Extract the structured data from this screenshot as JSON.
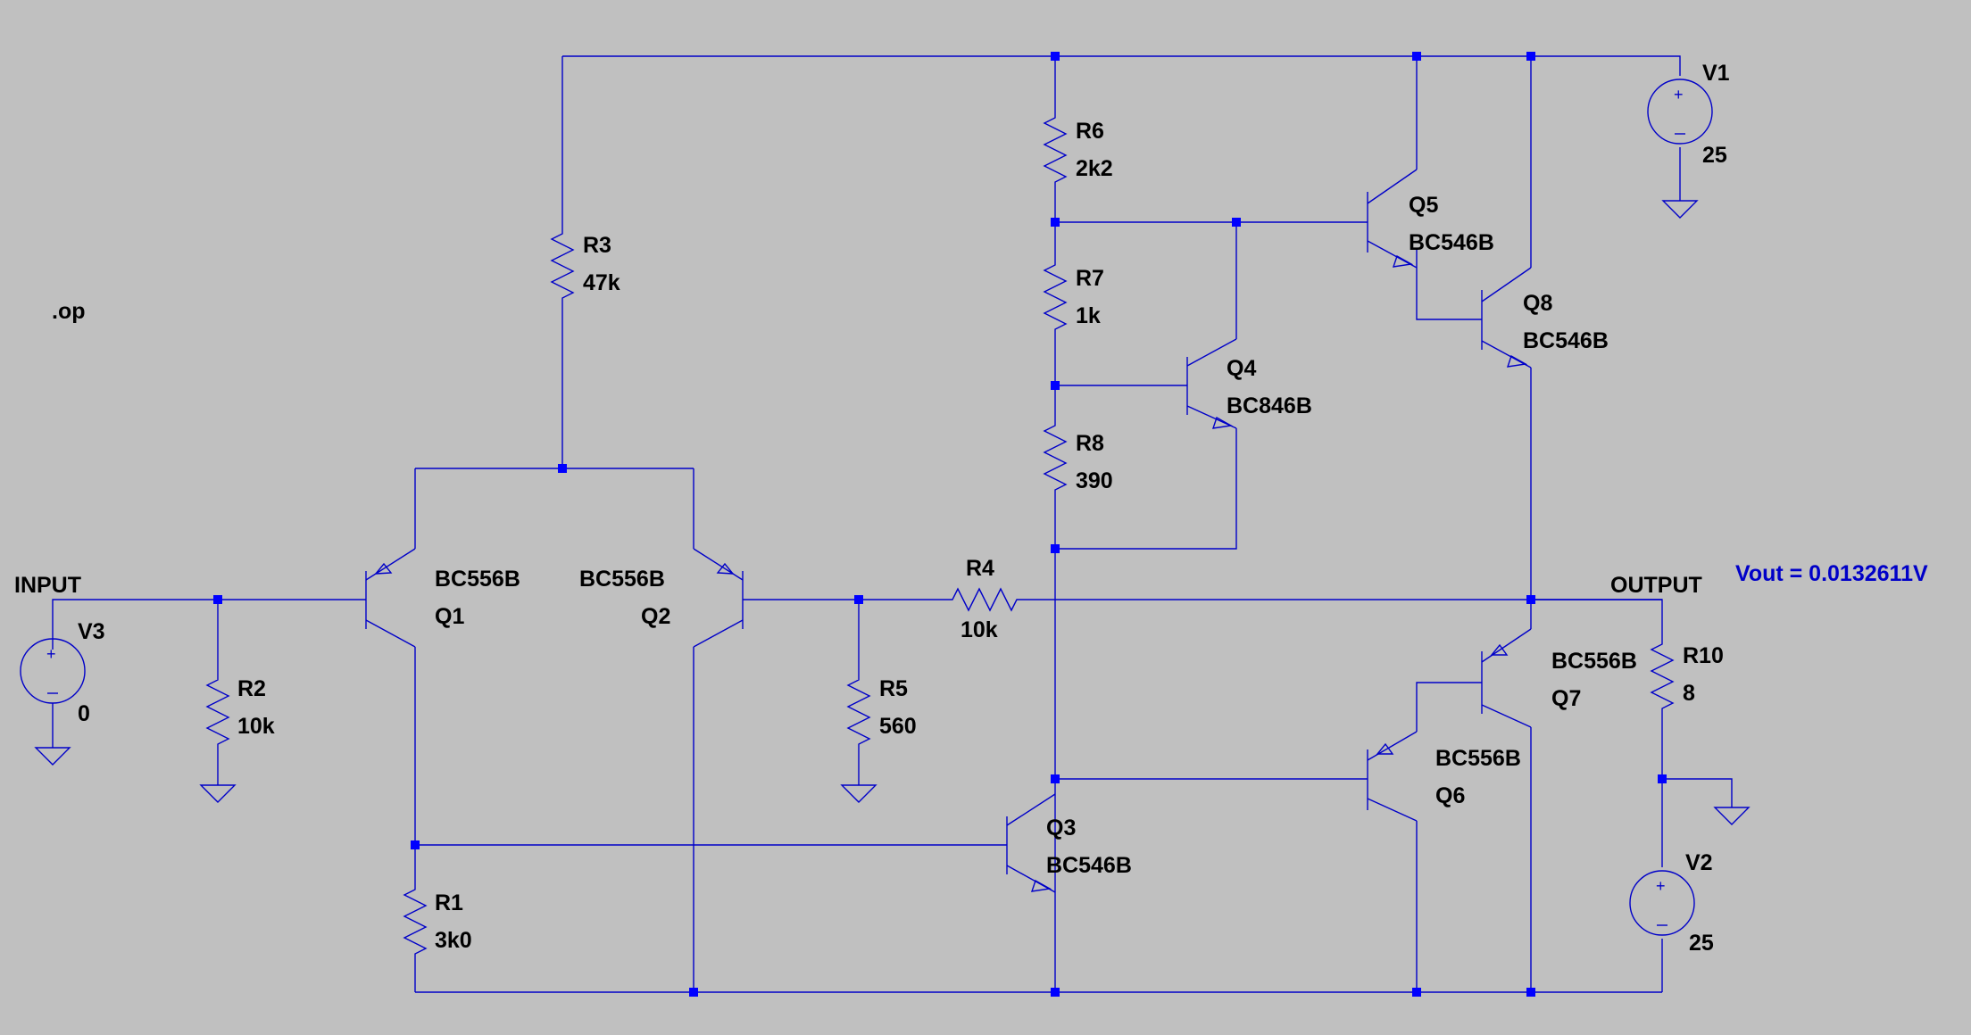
{
  "directive": ".op",
  "nets": {
    "input": "INPUT",
    "output": "OUTPUT"
  },
  "result": "Vout = 0.0132611V",
  "components": {
    "R1": {
      "name": "R1",
      "value": "3k0"
    },
    "R2": {
      "name": "R2",
      "value": "10k"
    },
    "R3": {
      "name": "R3",
      "value": "47k"
    },
    "R4": {
      "name": "R4",
      "value": "10k"
    },
    "R5": {
      "name": "R5",
      "value": "560"
    },
    "R6": {
      "name": "R6",
      "value": "2k2"
    },
    "R7": {
      "name": "R7",
      "value": "1k"
    },
    "R8": {
      "name": "R8",
      "value": "390"
    },
    "R10": {
      "name": "R10",
      "value": "8"
    },
    "V1": {
      "name": "V1",
      "value": "25"
    },
    "V2": {
      "name": "V2",
      "value": "25"
    },
    "V3": {
      "name": "V3",
      "value": "0"
    },
    "Q1": {
      "name": "Q1",
      "model": "BC556B"
    },
    "Q2": {
      "name": "Q2",
      "model": "BC556B"
    },
    "Q3": {
      "name": "Q3",
      "model": "BC546B"
    },
    "Q4": {
      "name": "Q4",
      "model": "BC846B"
    },
    "Q5": {
      "name": "Q5",
      "model": "BC546B"
    },
    "Q6": {
      "name": "Q6",
      "model": "BC556B"
    },
    "Q7": {
      "name": "Q7",
      "model": "BC556B"
    },
    "Q8": {
      "name": "Q8",
      "model": "BC546B"
    }
  }
}
